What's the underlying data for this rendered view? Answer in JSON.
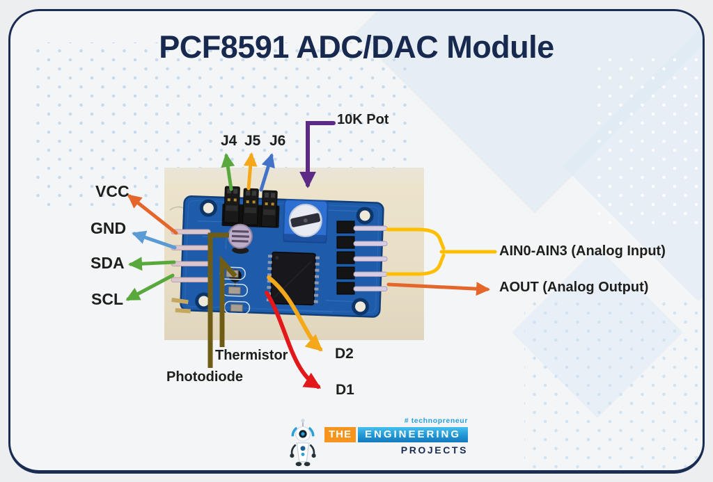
{
  "title": "PCF8591 ADC/DAC Module",
  "labels": {
    "j4": "J4",
    "j5": "J5",
    "j6": "J6",
    "pot": "10K Pot",
    "vcc": "VCC",
    "gnd": "GND",
    "sda": "SDA",
    "scl": "SCL",
    "ain": "AIN0-AIN3 (Analog Input)",
    "aout": "AOUT (Analog Output)",
    "thermistor": "Thermistor",
    "photodiode": "Photodiode",
    "d2": "D2",
    "d1": "D1"
  },
  "logo": {
    "tagline": "# technopreneur",
    "the": "THE",
    "engineering": "ENGINEERING",
    "projects": "PROJECTS"
  },
  "colors": {
    "frame_border": "#1b2c52",
    "title_text": "#17294e",
    "arrow_green": "#58a83c",
    "arrow_yellow": "#f6a81b",
    "arrow_bracket_yellow": "#ffbf00",
    "arrow_blue": "#4273c9",
    "arrow_light_blue": "#5b9bd5",
    "arrow_orange": "#e4662a",
    "arrow_purple": "#5d2b86",
    "arrow_red": "#e2181b",
    "pointer_brown": "#6f5d16",
    "pcb_blue": "#1e5ca9",
    "photo_beige": "#e7dec5",
    "logo_orange": "#f7941d",
    "logo_blue": "#2196d4"
  }
}
